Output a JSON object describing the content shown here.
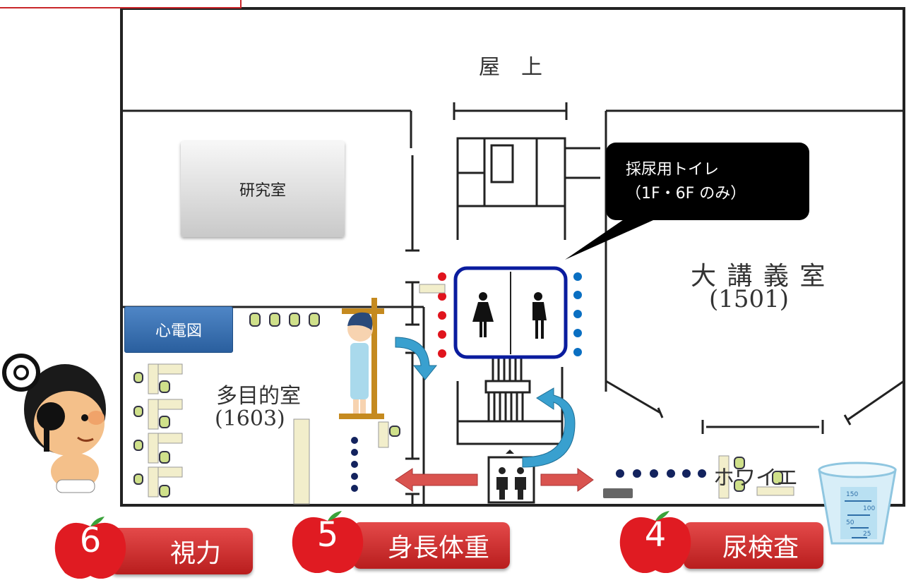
{
  "floor": {
    "rooftop_label": "屋　上",
    "lecture_room_name": "大 講 義 室",
    "lecture_room_number": "(1501)",
    "multi_room_name": "多目的室",
    "multi_room_number": "(1603)",
    "foyer_label": "ホワイエ",
    "lab_button": "研究室",
    "ecg_button": "心電図"
  },
  "callout": {
    "line1": "採尿用トイレ",
    "line2": "（1F・6F のみ）"
  },
  "stations": [
    {
      "number": "6",
      "label": "視力"
    },
    {
      "number": "5",
      "label": "身長体重"
    },
    {
      "number": "4",
      "label": "尿検査"
    }
  ],
  "cup_marks": [
    "150",
    "100",
    "50",
    "25"
  ],
  "colors": {
    "red_dot": "#e0141d",
    "blue_dot": "#0a6fc2",
    "navy_dot": "#13235e",
    "toilet_frame": "#0a1c9e",
    "arrow_blue": "#39a0cf",
    "arrow_red": "#d9534f",
    "banner_red": "#c9262a",
    "apple_red": "#e01b22"
  }
}
